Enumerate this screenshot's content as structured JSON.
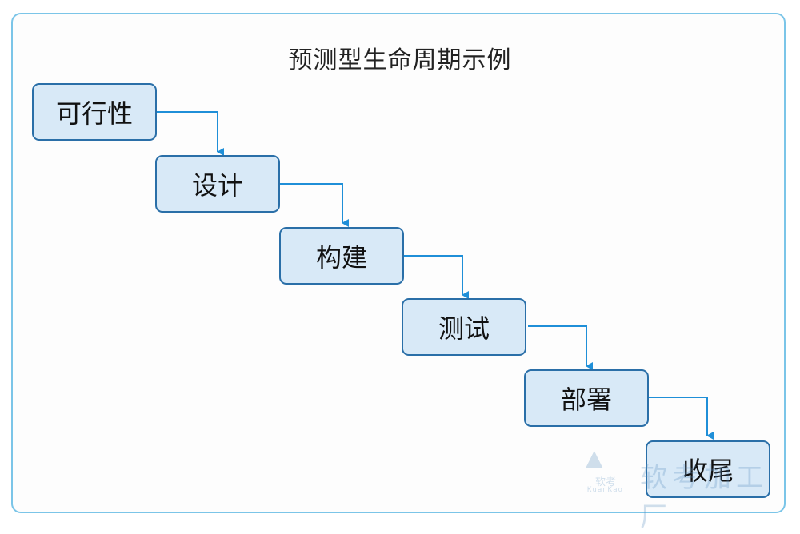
{
  "diagram": {
    "title": "预测型生命周期示例",
    "steps": [
      {
        "label": "可行性"
      },
      {
        "label": "设计"
      },
      {
        "label": "构建"
      },
      {
        "label": "测试"
      },
      {
        "label": "部署"
      },
      {
        "label": "收尾"
      }
    ],
    "colors": {
      "frame_border": "#7bc5e8",
      "box_border": "#2a6fa8",
      "box_fill": "#d8e9f7",
      "arrow": "#1f8fd8"
    }
  },
  "watermark": {
    "brand_small": "软考",
    "brand_latin": "KuanKao",
    "brand_large": "软考加工厂"
  }
}
